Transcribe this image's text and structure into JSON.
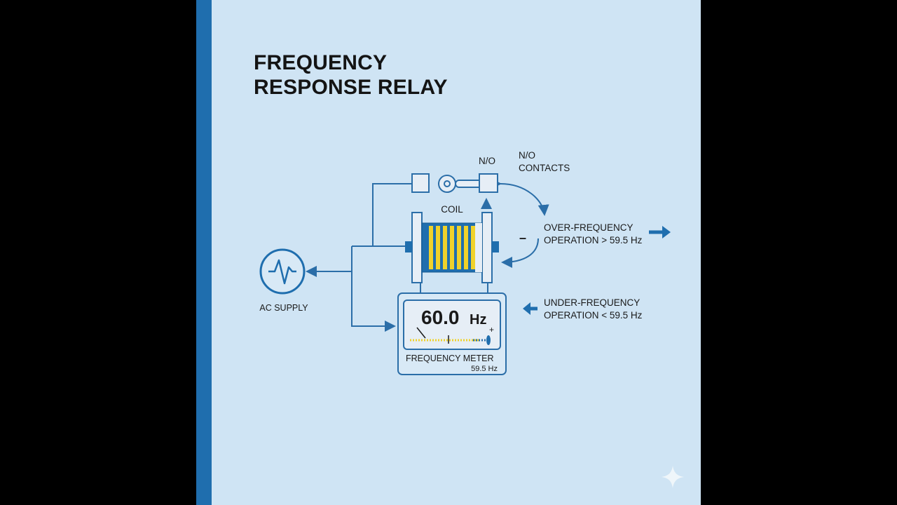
{
  "title": {
    "line1": "FREQUENCY",
    "line2": "RESPONSE RELAY"
  },
  "labels": {
    "no_short": "N/O",
    "no_contacts_line1": "N/O",
    "no_contacts_line2": "CONTACTS",
    "coil": "COIL",
    "ac_supply": "AC SUPPLY",
    "over_line1": "OVER-FREQUENCY",
    "over_line2": "OPERATION > 59.5 Hz",
    "under_line1": "UNDER-FREQUENCY",
    "under_line2": "OPERATION < 59.5 Hz",
    "minus_sign": "–"
  },
  "meter": {
    "reading": "60.0",
    "unit": "Hz",
    "plus_sign": "+",
    "name": "FREQUENCY METER",
    "setpoint": "59.5 Hz"
  },
  "colors": {
    "stripe": "#1f6eae",
    "background": "#cfe4f4",
    "wire": "#2b6ea8",
    "coil_winding": "#f0d22a"
  },
  "icons": {
    "ac_supply": "sine-wave-icon",
    "sparkle": "sparkle-icon"
  }
}
